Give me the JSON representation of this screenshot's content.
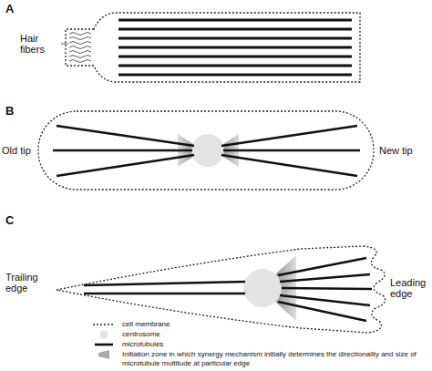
{
  "diagram": {
    "labels": [
      "A",
      "Hair fibers",
      "B",
      "Old tip",
      "New tip",
      "C",
      "Trailing edge",
      "Leading edge"
    ],
    "legend": [
      {
        "text": "cell membrane"
      },
      {
        "text": "centrosome"
      },
      {
        "text": "microtubules"
      },
      {
        "text": "Initiation zone in which synergy mechanism initially determines the directionality and size of microtubule multitude at particular edge"
      }
    ]
  }
}
